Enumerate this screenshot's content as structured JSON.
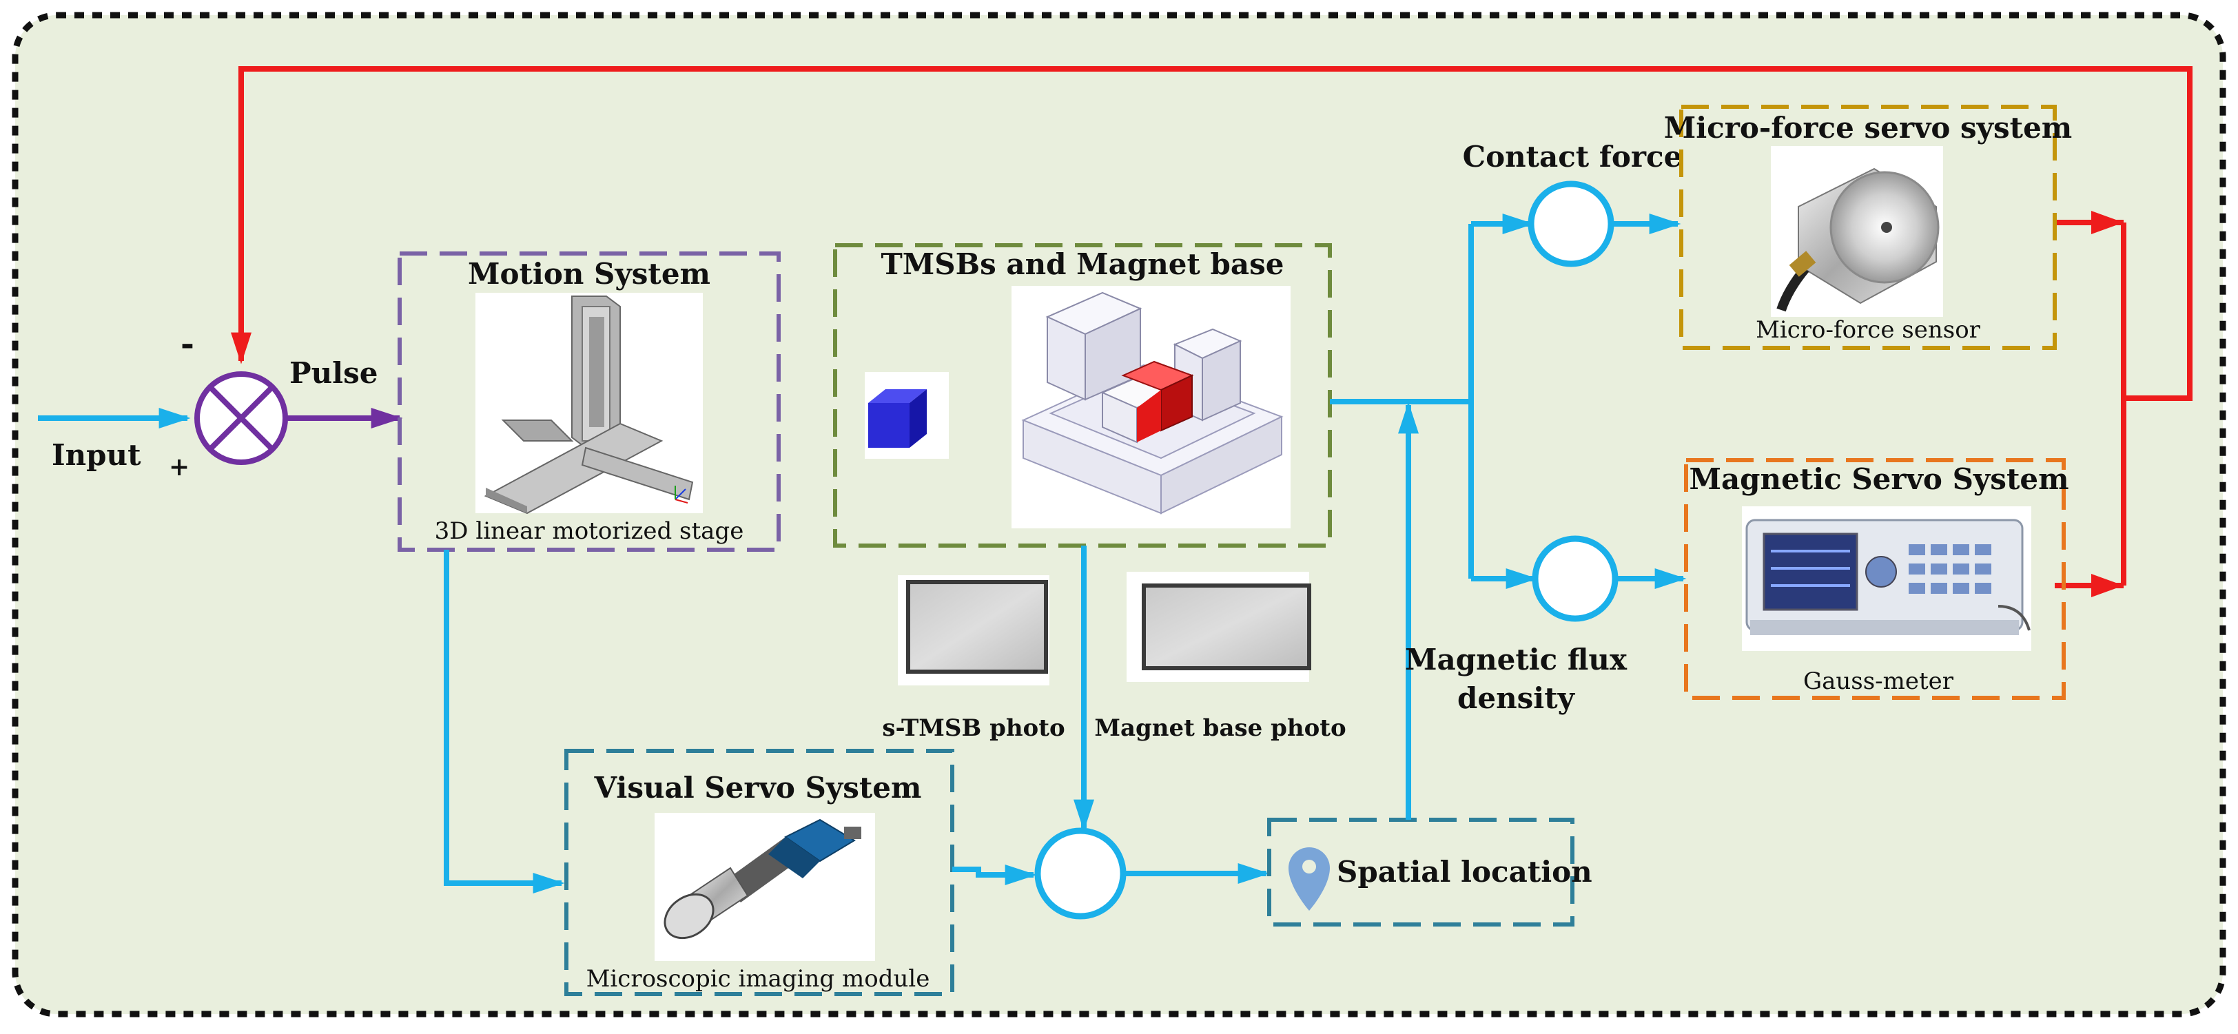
{
  "diagram": {
    "input_label": "Input",
    "plus_sign": "+",
    "minus_sign": "-",
    "pulse_label": "Pulse",
    "motion_system": {
      "title": "Motion System",
      "caption": "3D linear motorized stage"
    },
    "tmsb_system": {
      "title": "TMSBs and Magnet base"
    },
    "s_tmsb_photo": "s-TMSB photo",
    "magnet_base_photo": "Magnet base photo",
    "visual_servo": {
      "title": "Visual Servo System",
      "caption": "Microscopic imaging module"
    },
    "spatial_location": "Spatial location",
    "contact_force": "Contact force",
    "magnetic_flux_line1": "Magnetic flux",
    "magnetic_flux_line2": "density",
    "micro_force": {
      "title": "Micro-force servo system",
      "caption": "Micro-force sensor"
    },
    "magnetic_servo": {
      "title": "Magnetic Servo System",
      "caption": "Gauss-meter"
    }
  },
  "colors": {
    "background": "#e9efdd",
    "flow_blue": "#1ab0ea",
    "feedback_red": "#ee1c1c",
    "purple": "#7030a0",
    "motion_border": "#7a62a6",
    "tmsb_border": "#6e8b3d",
    "visual_border": "#2e7f99",
    "micro_force_border": "#c4950a",
    "magnetic_border": "#e8761e",
    "tmsb_red": "#e31818",
    "cube_blue": "#2b2bd6"
  },
  "icons": [
    "summing-junction-icon",
    "map-pin-icon",
    "force-sensor-icon",
    "gauss-meter-icon",
    "camera-icon",
    "motor-stage-icon"
  ]
}
